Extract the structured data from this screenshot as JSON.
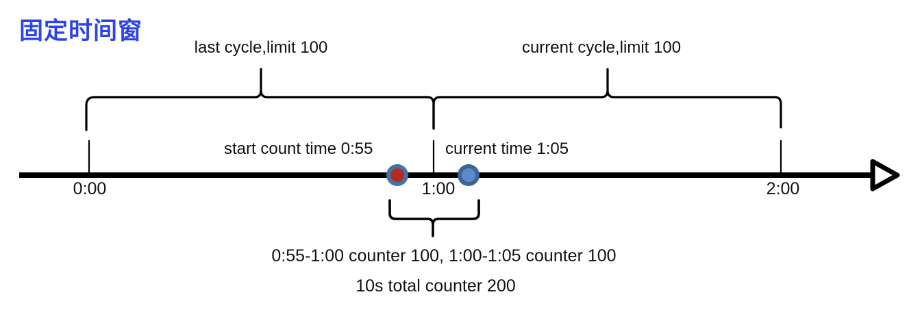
{
  "title": "固定时间窗",
  "colors": {
    "title": "#2B43E8",
    "axis": "#000000",
    "brace": "#000000",
    "text": "#111111",
    "marker_ring": "#4472A8",
    "marker_start_fill": "#B52A21",
    "marker_current_fill": "#5B8BC9"
  },
  "annotations": {
    "last_cycle": "last cycle,limit 100",
    "current_cycle": "current cycle,limit 100",
    "start_count": "start count time 0:55",
    "current_time": "current time 1:05"
  },
  "axis": {
    "ticks": [
      {
        "label": "0:00",
        "x": 130
      },
      {
        "label": "1:00",
        "x": 633
      },
      {
        "label": "2:00",
        "x": 1140
      }
    ],
    "arrow_icon": "arrow-right-triangle"
  },
  "markers": [
    {
      "name": "start-count-marker",
      "label": "0:55",
      "x": 580,
      "fill": "#B52A21"
    },
    {
      "name": "current-time-marker",
      "label": "1:05",
      "x": 684,
      "fill": "#5B8BC9"
    }
  ],
  "summary": {
    "line1": "0:55-1:00 counter 100, 1:00-1:05 counter 100",
    "line2": "10s total counter 200"
  },
  "chart_data": {
    "type": "line",
    "title": "固定时间窗",
    "xlabel": "",
    "ylabel": "",
    "x": [
      0,
      60,
      120
    ],
    "tick_labels": [
      "0:00",
      "1:00",
      "2:00"
    ],
    "xlim": [
      0,
      130
    ],
    "grid": false,
    "annotations": [
      {
        "text": "last cycle,limit 100",
        "span": [
          0,
          60
        ],
        "limit": 100
      },
      {
        "text": "current cycle,limit 100",
        "span": [
          60,
          120
        ],
        "limit": 100
      },
      {
        "text": "start count time 0:55",
        "at": 55
      },
      {
        "text": "current time 1:05",
        "at": 65
      },
      {
        "text": "0:55-1:00 counter 100, 1:00-1:05 counter 100",
        "span": [
          55,
          65
        ]
      },
      {
        "text": "10s total counter 200",
        "span": [
          55,
          65
        ],
        "value": 200
      }
    ],
    "series": [
      {
        "name": "start count time",
        "values": [
          55
        ],
        "counter": 100
      },
      {
        "name": "current time",
        "values": [
          65
        ],
        "counter": 100
      }
    ]
  }
}
